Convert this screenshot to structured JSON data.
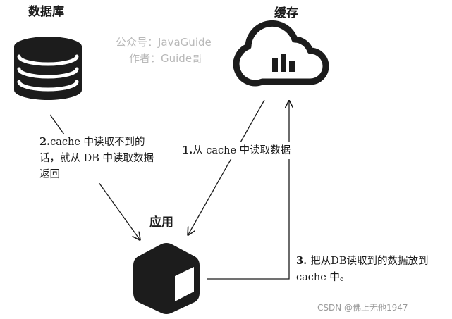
{
  "titles": {
    "database": "数据库",
    "cache": "缓存",
    "app": "应用"
  },
  "watermark": {
    "line1": "公众号：JavaGuide",
    "line2": "作者：Guide哥"
  },
  "steps": {
    "step1": {
      "num": "1.",
      "text": "从 cache 中读取数据"
    },
    "step2": {
      "num": "2.",
      "text": "cache 中读取不到的话，就从 DB 中读取数据返回"
    },
    "step3": {
      "num": "3. ",
      "text": "把从DB读取到的数据放到 cache 中。"
    }
  },
  "footer": {
    "text": "CSDN @佛上无他1947"
  },
  "icons": {
    "database": "database-icon",
    "cache": "cloud-chart-icon",
    "app": "cube-icon"
  },
  "colors": {
    "ink": "#1c1c1c",
    "watermark": "#b9b9b9",
    "footer": "#9a9a9a"
  }
}
